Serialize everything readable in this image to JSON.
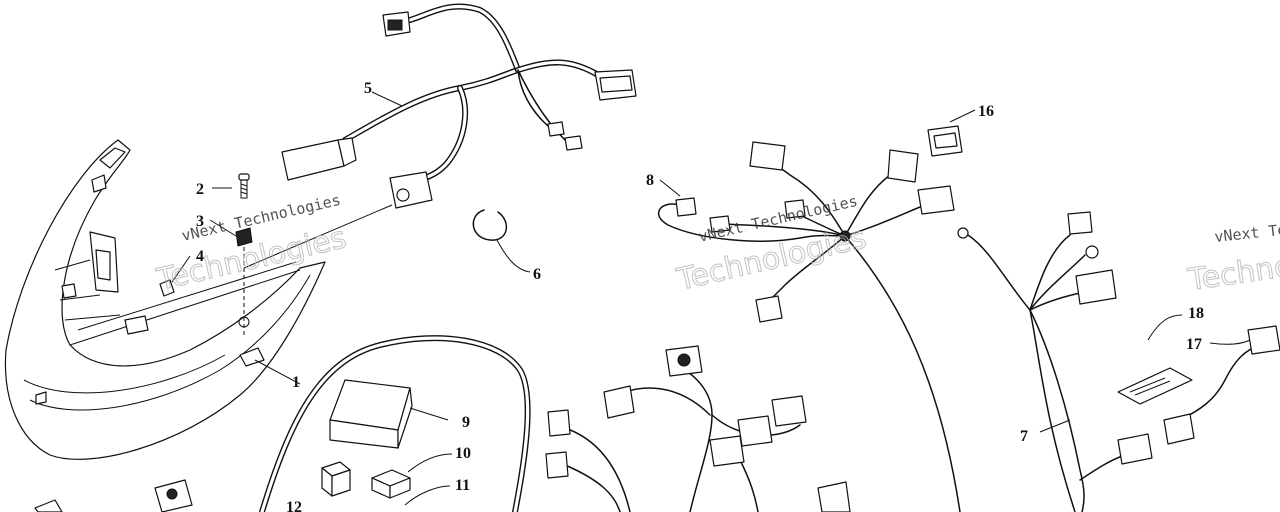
{
  "diagram": {
    "type": "exploded-parts-diagram",
    "callouts": [
      "1",
      "2",
      "3",
      "4",
      "5",
      "6",
      "7",
      "8",
      "9",
      "10",
      "11",
      "12",
      "16",
      "17",
      "18"
    ]
  },
  "watermark": {
    "line1": "vNext Technologies",
    "line2": "Technologies"
  },
  "colors": {
    "ink": "#111111",
    "background": "#ffffff",
    "watermark": "#b5b5b5"
  }
}
